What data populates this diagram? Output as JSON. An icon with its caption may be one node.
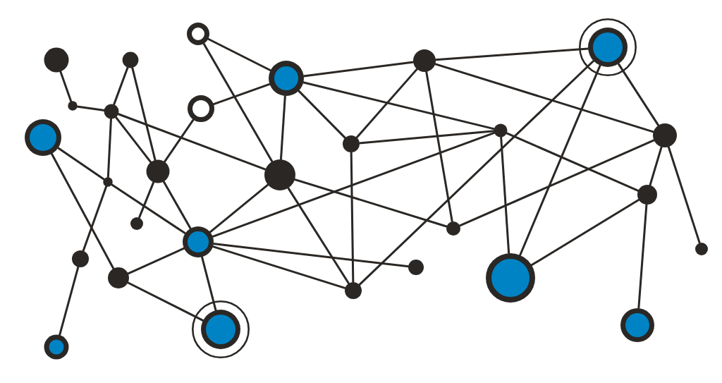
{
  "diagram": {
    "nodes": [
      {
        "text": [],
        "shape": "circle"
      },
      {
        "text": [],
        "shape": "circle"
      },
      {
        "text": [],
        "shape": "circle"
      },
      {
        "text": [],
        "shape": "circle"
      },
      {
        "text": [],
        "shape": "circle"
      },
      {
        "text": [],
        "shape": "circle"
      },
      {
        "text": [],
        "shape": "circle"
      },
      {
        "text": [],
        "shape": "circle"
      },
      {
        "text": [],
        "shape": "circle"
      },
      {
        "text": [],
        "shape": "circle"
      },
      {
        "text": [],
        "shape": "circle"
      },
      {
        "text": [],
        "shape": "circle"
      },
      {
        "text": [],
        "shape": "circle"
      },
      {
        "text": [],
        "shape": "circle"
      },
      {
        "text": [],
        "shape": "circle"
      },
      {
        "text": [],
        "shape": "circle"
      },
      {
        "text": [],
        "shape": "circle"
      },
      {
        "text": [],
        "shape": "circle"
      },
      {
        "text": [],
        "shape": "circle"
      },
      {
        "text": [],
        "shape": "circle"
      },
      {
        "text": [],
        "shape": "circle"
      },
      {
        "text": [],
        "shape": "circle"
      },
      {
        "text": [],
        "shape": "circle"
      },
      {
        "text": [],
        "shape": "circle"
      },
      {
        "text": [],
        "shape": "circle"
      },
      {
        "text": [],
        "shape": "circle"
      },
      {
        "text": [],
        "shape": "circle"
      },
      {
        "text": [],
        "shape": "circle"
      },
      {
        "text": [],
        "shape": "circle"
      }
    ],
    "edges": [
      {
        "from": 1,
        "to": 3,
        "arrow": "none"
      },
      {
        "from": 3,
        "to": 6,
        "arrow": "none"
      },
      {
        "from": 6,
        "to": 8,
        "arrow": "none"
      },
      {
        "from": 8,
        "to": 10,
        "arrow": "none"
      },
      {
        "from": 6,
        "to": 10,
        "arrow": "none"
      },
      {
        "from": 5,
        "to": 6,
        "arrow": "none"
      },
      {
        "from": 6,
        "to": 15,
        "arrow": "none"
      },
      {
        "from": 0,
        "to": 5,
        "arrow": "none"
      },
      {
        "from": 0,
        "to": 7,
        "arrow": "none"
      },
      {
        "from": 4,
        "to": 5,
        "arrow": "none"
      },
      {
        "from": 5,
        "to": 11,
        "arrow": "none"
      },
      {
        "from": 2,
        "to": 4,
        "arrow": "none"
      },
      {
        "from": 9,
        "to": 10,
        "arrow": "none"
      },
      {
        "from": 10,
        "to": 11,
        "arrow": "none"
      },
      {
        "from": 10,
        "to": 13,
        "arrow": "none"
      },
      {
        "from": 7,
        "to": 11,
        "arrow": "none"
      },
      {
        "from": 7,
        "to": 14,
        "arrow": "none"
      },
      {
        "from": 11,
        "to": 14,
        "arrow": "none"
      },
      {
        "from": 11,
        "to": 15,
        "arrow": "none"
      },
      {
        "from": 11,
        "to": 22,
        "arrow": "none"
      },
      {
        "from": 11,
        "to": 19,
        "arrow": "none"
      },
      {
        "from": 11,
        "to": 18,
        "arrow": "none"
      },
      {
        "from": 12,
        "to": 16,
        "arrow": "none"
      },
      {
        "from": 12,
        "to": 15,
        "arrow": "none"
      },
      {
        "from": 13,
        "to": 16,
        "arrow": "none"
      },
      {
        "from": 15,
        "to": 16,
        "arrow": "none"
      },
      {
        "from": 16,
        "to": 20,
        "arrow": "none"
      },
      {
        "from": 16,
        "to": 17,
        "arrow": "none"
      },
      {
        "from": 16,
        "to": 22,
        "arrow": "none"
      },
      {
        "from": 15,
        "to": 21,
        "arrow": "none"
      },
      {
        "from": 15,
        "to": 18,
        "arrow": "none"
      },
      {
        "from": 17,
        "to": 20,
        "arrow": "none"
      },
      {
        "from": 17,
        "to": 22,
        "arrow": "none"
      },
      {
        "from": 17,
        "to": 18,
        "arrow": "none"
      },
      {
        "from": 20,
        "to": 21,
        "arrow": "none"
      },
      {
        "from": 20,
        "to": 27,
        "arrow": "none"
      },
      {
        "from": 20,
        "to": 24,
        "arrow": "none"
      },
      {
        "from": 18,
        "to": 24,
        "arrow": "none"
      },
      {
        "from": 23,
        "to": 24,
        "arrow": "none"
      },
      {
        "from": 24,
        "to": 27,
        "arrow": "none"
      },
      {
        "from": 22,
        "to": 23,
        "arrow": "none"
      },
      {
        "from": 22,
        "to": 26,
        "arrow": "none"
      },
      {
        "from": 21,
        "to": 27,
        "arrow": "none"
      },
      {
        "from": 26,
        "to": 27,
        "arrow": "none"
      },
      {
        "from": 27,
        "to": 28,
        "arrow": "none"
      },
      {
        "from": 23,
        "to": 26,
        "arrow": "none"
      },
      {
        "from": 25,
        "to": 26,
        "arrow": "none"
      }
    ]
  }
}
